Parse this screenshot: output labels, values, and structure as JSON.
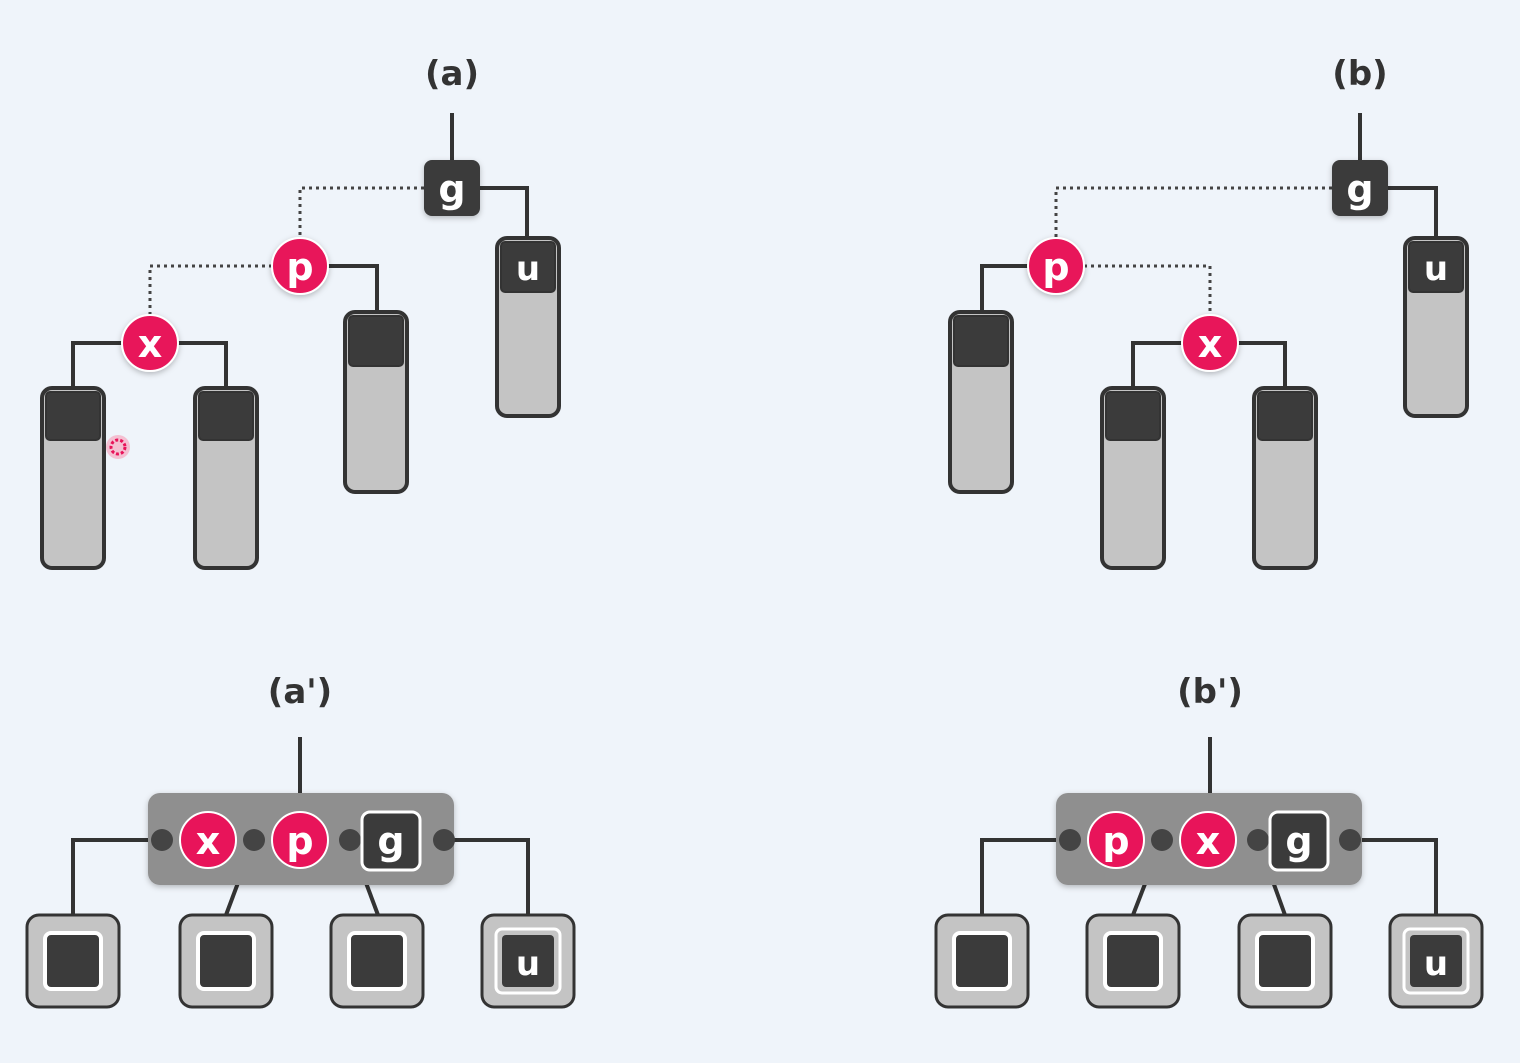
{
  "panels": {
    "a": {
      "label": "(a)"
    },
    "b": {
      "label": "(b)"
    },
    "a_prime": {
      "label": "(a')"
    },
    "b_prime": {
      "label": "(b')"
    }
  },
  "nodes": {
    "g": "g",
    "p": "p",
    "x": "x",
    "u": "u"
  },
  "colors": {
    "background": "#eff4fa",
    "red_node": "#e8145a",
    "black_node": "#3b3b3b",
    "leaf_body": "#c4c4c4",
    "merged_node": "#8f8f8f",
    "line": "#333333"
  }
}
